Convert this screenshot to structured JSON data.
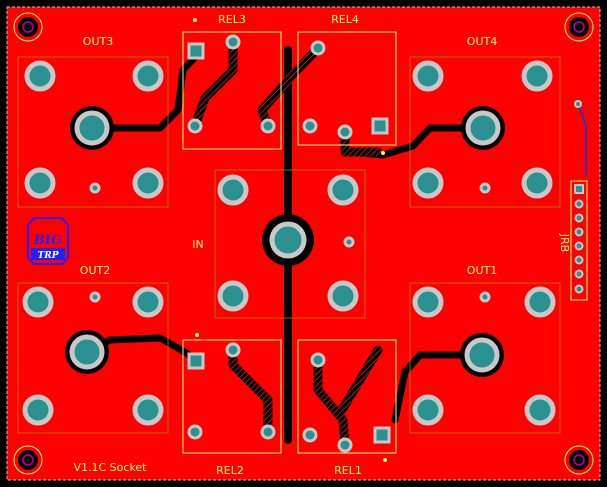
{
  "board": {
    "copper_color": "#ff0000",
    "silk_color": "#ffff00",
    "trace_color": "#000000",
    "via_color": "#0000ff"
  },
  "labels": {
    "rel1": "REL1",
    "rel2": "REL2",
    "rel3": "REL3",
    "rel4": "REL4",
    "out1": "OUT1",
    "out2": "OUT2",
    "out3": "OUT3",
    "out4": "OUT4",
    "in": "IN",
    "jrb": "JRB",
    "version": "V1.1C Socket"
  },
  "logo": {
    "line1": "BIG",
    "line2": "TRP"
  }
}
